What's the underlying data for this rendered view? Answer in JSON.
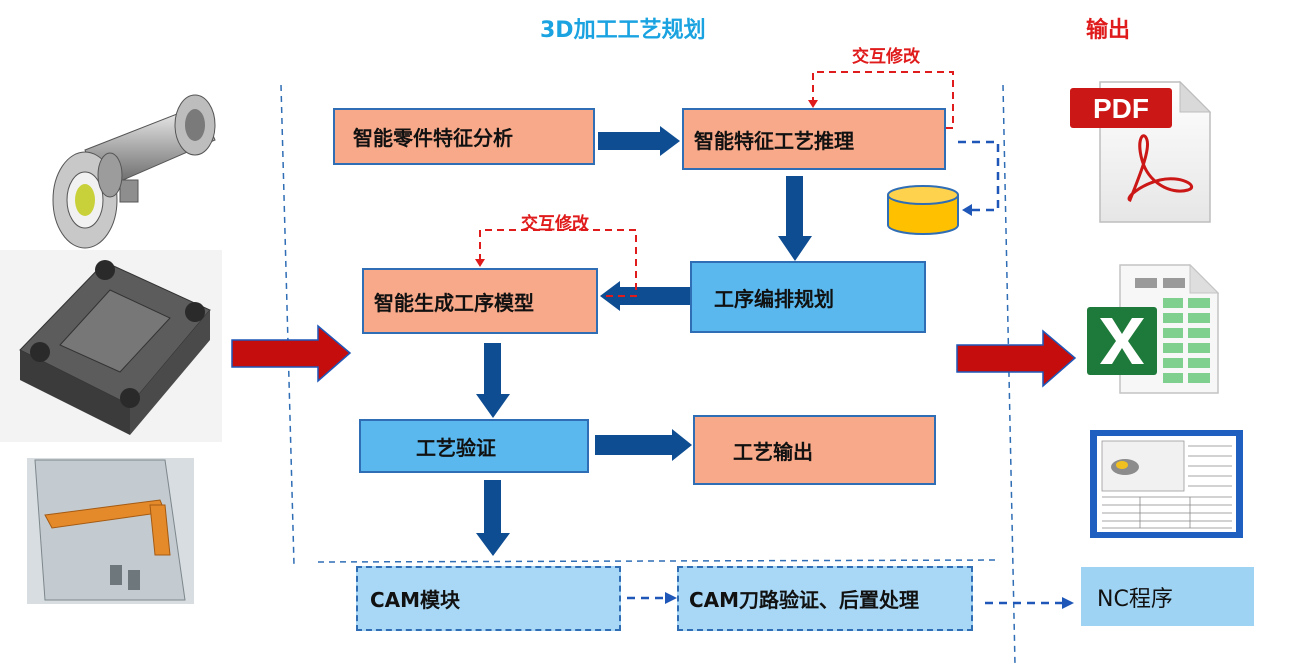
{
  "header": {
    "center_title": "3D加工工艺规划",
    "right_title": "输出"
  },
  "boxes": {
    "feature_analysis": "智能零件特征分析",
    "process_reasoning": "智能特征工艺推理",
    "process_scheduling": "工序编排规划",
    "process_model": "智能生成工序模型",
    "process_verify": "工艺验证",
    "process_output": "工艺输出",
    "cam_module": "CAM模块",
    "cam_verify": "CAM刀路验证、后置处理",
    "nc_program": "NC程序"
  },
  "labels": {
    "interactive_edit_top": "交互修改",
    "interactive_edit_mid": "交互修改"
  },
  "icons": {
    "pdf_label": "PDF"
  },
  "colors": {
    "center_title": "#1aa3e0",
    "right_title": "#e01b1b",
    "salmon": "#f7a98a",
    "blue": "#5ab8ee",
    "arrow_blue": "#0f4d92",
    "arrow_red": "#c50d0d"
  }
}
